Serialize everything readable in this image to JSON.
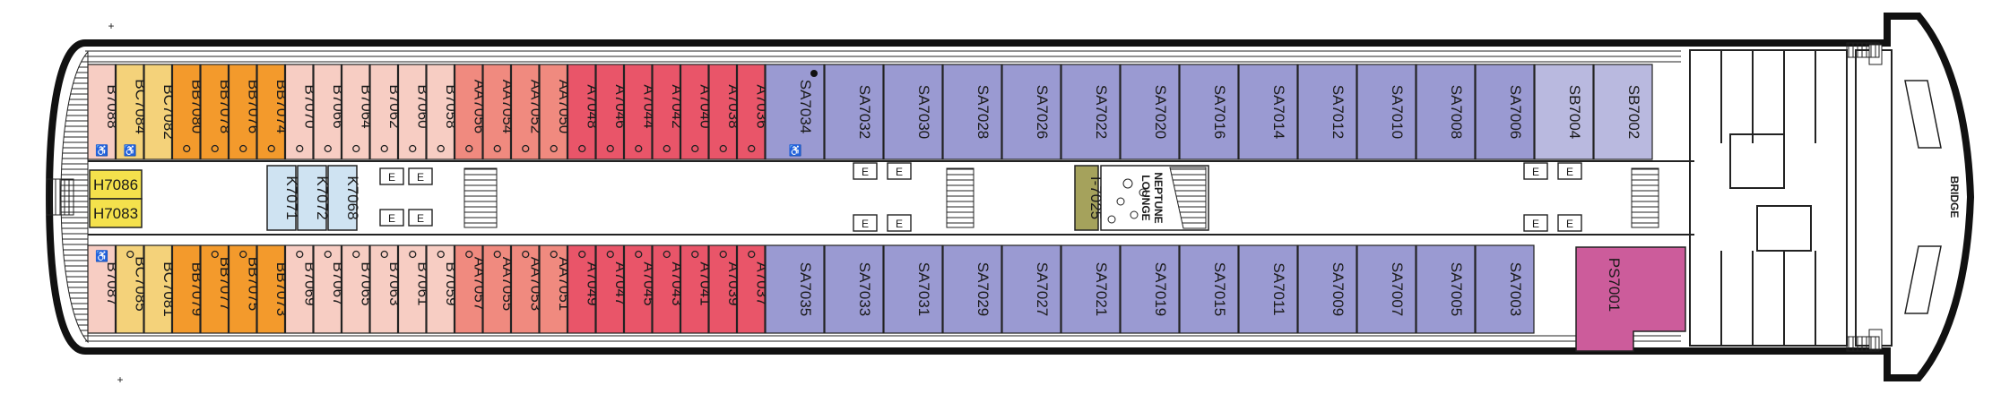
{
  "colors": {
    "BC": "#f4d27a",
    "BB": "#f39a2c",
    "B": "#f7cdc3",
    "AA": "#f08a7f",
    "A": "#e95569",
    "SA": "#9a9ad2",
    "SB": "#b9b9df",
    "PS": "#cc5c9b",
    "H": "#f4e14c",
    "K": "#cfe3f2",
    "I": "#a5a25c",
    "hull": "#111111",
    "deck": "#ffffff"
  },
  "markers": {
    "plus_top": "+",
    "plus_bottom": "+"
  },
  "cabins": {
    "top_row": [
      {
        "id": "B7088",
        "cat": "B",
        "acc": true
      },
      {
        "id": "BC7084",
        "cat": "BC",
        "acc": true
      },
      {
        "id": "BC7082",
        "cat": "BC"
      },
      {
        "id": "BB7080",
        "cat": "BB",
        "circ": true
      },
      {
        "id": "BB7078",
        "cat": "BB",
        "circ": true
      },
      {
        "id": "BB7076",
        "cat": "BB",
        "circ": true
      },
      {
        "id": "BB7074",
        "cat": "BB",
        "circ": true
      },
      {
        "id": "B7070",
        "cat": "B",
        "circ": true
      },
      {
        "id": "B7066",
        "cat": "B",
        "circ": true
      },
      {
        "id": "B7064",
        "cat": "B",
        "circ": true
      },
      {
        "id": "B7062",
        "cat": "B",
        "circ": true
      },
      {
        "id": "B7060",
        "cat": "B",
        "circ": true
      },
      {
        "id": "B7058",
        "cat": "B",
        "circ": true
      },
      {
        "id": "AA7056",
        "cat": "AA",
        "circ": true
      },
      {
        "id": "AA7054",
        "cat": "AA",
        "circ": true
      },
      {
        "id": "AA7052",
        "cat": "AA",
        "circ": true
      },
      {
        "id": "AA7050",
        "cat": "AA",
        "circ": true
      },
      {
        "id": "A7048",
        "cat": "A",
        "circ": true
      },
      {
        "id": "A7046",
        "cat": "A",
        "circ": true
      },
      {
        "id": "A7044",
        "cat": "A",
        "circ": true
      },
      {
        "id": "A7042",
        "cat": "A",
        "circ": true
      },
      {
        "id": "A7040",
        "cat": "A",
        "circ": true
      },
      {
        "id": "A7038",
        "cat": "A",
        "circ": true
      },
      {
        "id": "A7036",
        "cat": "A",
        "circ": true
      },
      {
        "id": "SA7034",
        "cat": "SA",
        "acc": true,
        "dot": true
      },
      {
        "id": "SA7032",
        "cat": "SA"
      },
      {
        "id": "SA7030",
        "cat": "SA"
      },
      {
        "id": "SA7028",
        "cat": "SA"
      },
      {
        "id": "SA7026",
        "cat": "SA"
      },
      {
        "id": "SA7022",
        "cat": "SA"
      },
      {
        "id": "SA7020",
        "cat": "SA"
      },
      {
        "id": "SA7016",
        "cat": "SA"
      },
      {
        "id": "SA7014",
        "cat": "SA"
      },
      {
        "id": "SA7012",
        "cat": "SA"
      },
      {
        "id": "SA7010",
        "cat": "SA"
      },
      {
        "id": "SA7008",
        "cat": "SA"
      },
      {
        "id": "SA7006",
        "cat": "SA"
      },
      {
        "id": "SB7004",
        "cat": "SB"
      },
      {
        "id": "SB7002",
        "cat": "SB"
      }
    ],
    "bottom_row": [
      {
        "id": "B7087",
        "cat": "B",
        "acc": true
      },
      {
        "id": "BC7085",
        "cat": "BC",
        "circ": true
      },
      {
        "id": "BC7081",
        "cat": "BC"
      },
      {
        "id": "BB7079",
        "cat": "BB"
      },
      {
        "id": "BB7077",
        "cat": "BB",
        "circ": true
      },
      {
        "id": "BB7075",
        "cat": "BB",
        "circ": true
      },
      {
        "id": "BB7073",
        "cat": "BB"
      },
      {
        "id": "B7069",
        "cat": "B",
        "circ": true
      },
      {
        "id": "B7067",
        "cat": "B",
        "circ": true
      },
      {
        "id": "B7065",
        "cat": "B",
        "circ": true
      },
      {
        "id": "B7063",
        "cat": "B",
        "circ": true
      },
      {
        "id": "B7061",
        "cat": "B",
        "circ": true
      },
      {
        "id": "B7059",
        "cat": "B",
        "circ": true
      },
      {
        "id": "AA7057",
        "cat": "AA",
        "circ": true
      },
      {
        "id": "AA7055",
        "cat": "AA",
        "circ": true
      },
      {
        "id": "AA7053",
        "cat": "AA",
        "circ": true
      },
      {
        "id": "AA7051",
        "cat": "AA",
        "circ": true
      },
      {
        "id": "A7049",
        "cat": "A",
        "circ": true
      },
      {
        "id": "A7047",
        "cat": "A",
        "circ": true
      },
      {
        "id": "A7045",
        "cat": "A",
        "circ": true
      },
      {
        "id": "A7043",
        "cat": "A",
        "circ": true
      },
      {
        "id": "A7041",
        "cat": "A",
        "circ": true
      },
      {
        "id": "A7039",
        "cat": "A",
        "circ": true
      },
      {
        "id": "A7037",
        "cat": "A",
        "circ": true
      },
      {
        "id": "SA7035",
        "cat": "SA"
      },
      {
        "id": "SA7033",
        "cat": "SA"
      },
      {
        "id": "SA7031",
        "cat": "SA"
      },
      {
        "id": "SA7029",
        "cat": "SA"
      },
      {
        "id": "SA7027",
        "cat": "SA"
      },
      {
        "id": "SA7021",
        "cat": "SA"
      },
      {
        "id": "SA7019",
        "cat": "SA"
      },
      {
        "id": "SA7015",
        "cat": "SA"
      },
      {
        "id": "SA7011",
        "cat": "SA"
      },
      {
        "id": "SA7009",
        "cat": "SA"
      },
      {
        "id": "SA7007",
        "cat": "SA"
      },
      {
        "id": "SA7005",
        "cat": "SA"
      },
      {
        "id": "SA7003",
        "cat": "SA"
      }
    ],
    "suite": {
      "id": "PS7001",
      "cat": "PS"
    },
    "aft_cabins": [
      {
        "id": "H7086",
        "cat": "H"
      },
      {
        "id": "H7083",
        "cat": "H"
      }
    ],
    "center_cabins": [
      {
        "id": "K7071",
        "cat": "K"
      },
      {
        "id": "K7072",
        "cat": "K"
      },
      {
        "id": "K7068",
        "cat": "K"
      }
    ],
    "interior_cabin": {
      "id": "I-7025",
      "cat": "I"
    }
  },
  "venues": {
    "lounge_line1": "NEPTUNE",
    "lounge_line2": "LOUNGE",
    "bridge": "BRIDGE"
  },
  "elevator_glyph": "E"
}
